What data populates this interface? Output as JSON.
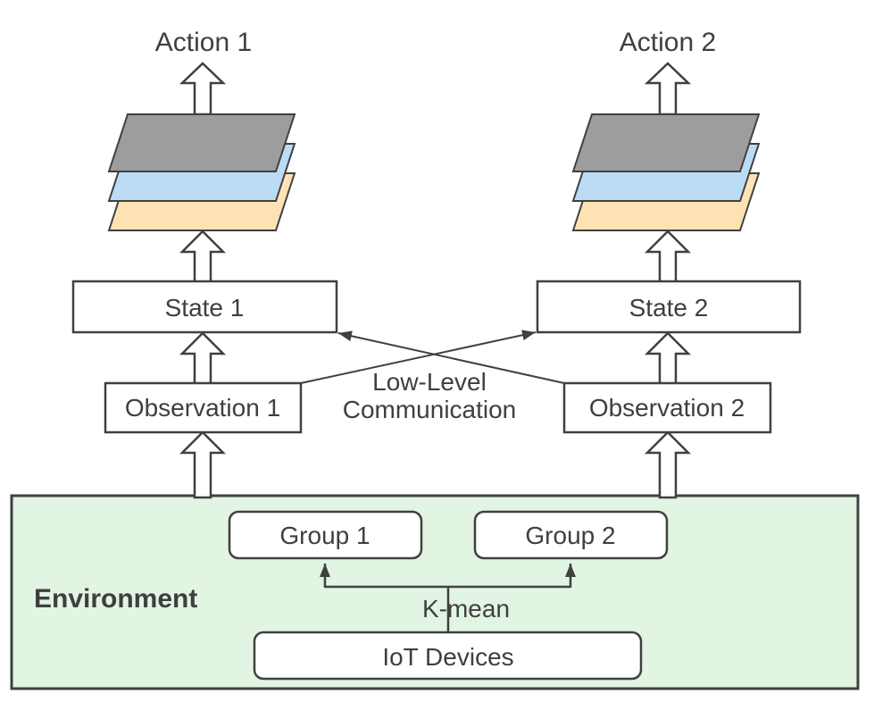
{
  "labels": {
    "action1": "Action 1",
    "action2": "Action 2",
    "state1": "State 1",
    "state2": "State 2",
    "observation1": "Observation 1",
    "observation2": "Observation 2",
    "low_level_line1": "Low-Level",
    "low_level_line2": "Communication",
    "environment": "Environment",
    "group1": "Group 1",
    "group2": "Group 2",
    "kmean": "K-mean",
    "iot_devices": "IoT Devices"
  },
  "colors": {
    "stroke": "#404040",
    "text": "#3f3f3f",
    "box_fill": "#ffffff",
    "environment_fill": "#e2f4e2",
    "layer_top_gray": "#9d9d9d",
    "layer_middle_blue": "#bcdcf5",
    "layer_bottom_orange": "#fde3b4"
  }
}
